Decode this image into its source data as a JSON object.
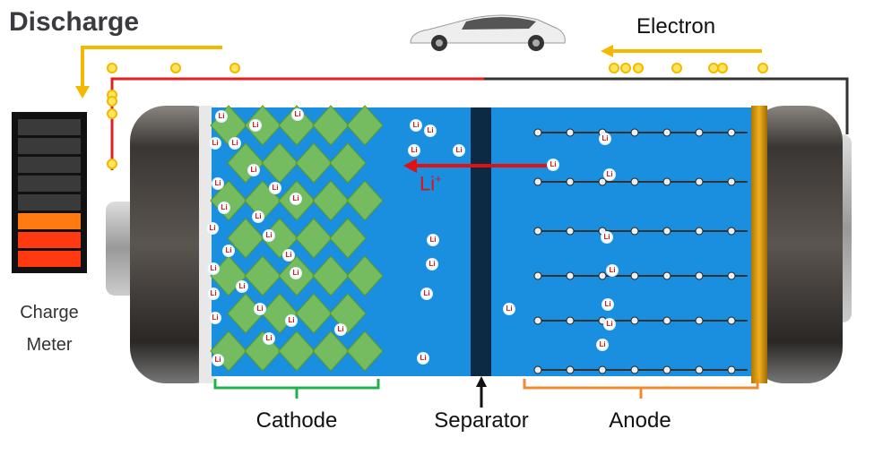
{
  "title": "Discharge",
  "electron_label": "Electron",
  "ion_flow_label": {
    "base": "Li",
    "sup": "+"
  },
  "ion_label": "Li",
  "charge_meter": {
    "line1": "Charge",
    "line2": "Meter",
    "segments_total": 8,
    "segments_filled": 3
  },
  "parts": {
    "cathode": "Cathode",
    "separator": "Separator",
    "anode": "Anode"
  },
  "colors": {
    "electron_arrow": "#f5b800",
    "positive_wire": "#e02020",
    "negative_wire": "#333333",
    "electrolyte": "#1a8fe0",
    "cathode_bracket": "#1db34a",
    "anode_bracket": "#f08a30",
    "li_arrow": "#e21010"
  }
}
